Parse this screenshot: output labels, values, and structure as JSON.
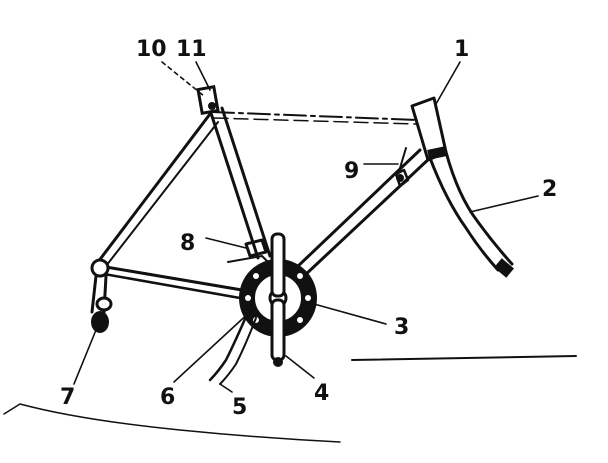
{
  "callouts": [
    {
      "id": "1",
      "label": "1"
    },
    {
      "id": "2",
      "label": "2"
    },
    {
      "id": "3",
      "label": "3"
    },
    {
      "id": "4",
      "label": "4"
    },
    {
      "id": "5",
      "label": "5"
    },
    {
      "id": "6",
      "label": "6"
    },
    {
      "id": "7",
      "label": "7"
    },
    {
      "id": "8",
      "label": "8"
    },
    {
      "id": "9",
      "label": "9"
    },
    {
      "id": "10",
      "label": "10"
    },
    {
      "id": "11",
      "label": "11"
    }
  ],
  "colors": {
    "ink": "#111111",
    "paper": "#ffffff"
  }
}
